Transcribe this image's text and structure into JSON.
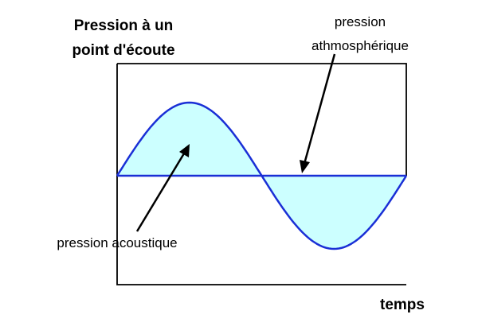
{
  "diagram": {
    "title_lines": [
      "Pression à un",
      "point d'écoute"
    ],
    "x_axis_label": "temps",
    "atmospheric_label_lines": [
      "pression",
      "athmosphérique"
    ],
    "acoustic_label": "pression acoustique",
    "colors": {
      "wave": "#1a2fd6",
      "fill": "#ccffff",
      "frame": "#000000",
      "arrow": "#000000"
    }
  }
}
